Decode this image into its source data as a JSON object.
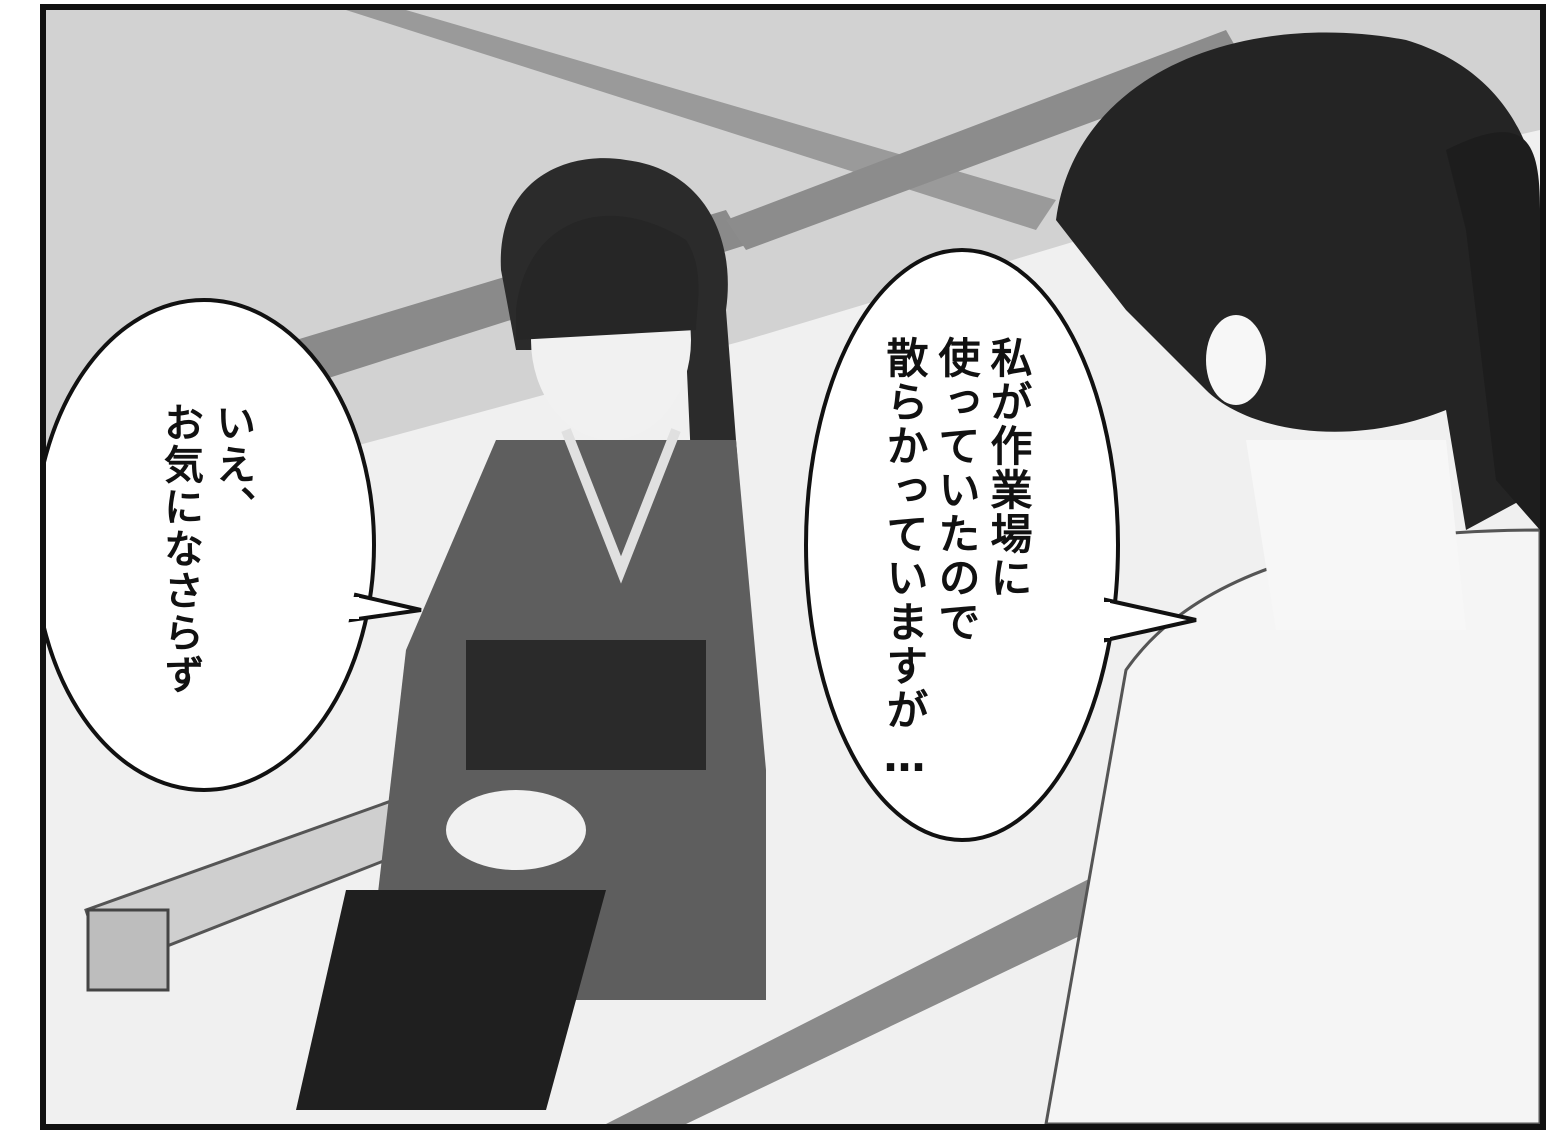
{
  "panel": {
    "speech_right": {
      "lines": [
        "私が作業場に",
        "使っていたので",
        "散らかっていますが…"
      ]
    },
    "speech_left": {
      "lines": [
        "いえ、",
        "お気になさらず"
      ]
    }
  },
  "colors": {
    "ink": "#111111",
    "wall": "#e6e6e6",
    "floor": "#f2f2f2",
    "kimono": "#5a5a5a",
    "obi": "#2b2b2b",
    "hair": "#262626"
  }
}
